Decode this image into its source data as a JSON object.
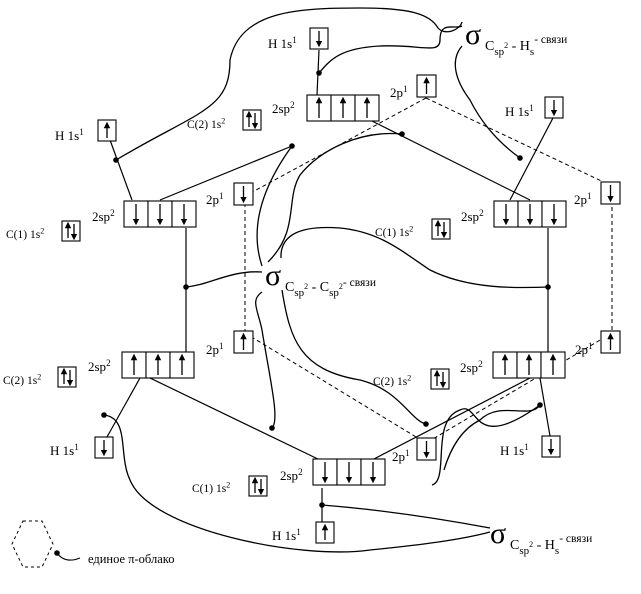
{
  "labels": {
    "sigma": "σ",
    "c_sp2": "C",
    "sp2_sub": "sp",
    "sq": "2",
    "minus": " - ",
    "h_sub_s": "s",
    "h": "H",
    "svyazi": "- связи",
    "orb_2sp2_base": "2sp",
    "orb_2sp2_sup": "2",
    "orb_2p1_base": "2p",
    "orb_2p1_sup": "1",
    "h1s1_base": "H 1s",
    "h1s1_sup": "1",
    "c1_1s2_base": "C(1) 1s",
    "c2_1s2_base": "C(2) 1s",
    "c_1s2_sup": "2",
    "legend_text": "единое π-облако"
  },
  "carbons": [
    {
      "id": "c-top",
      "type": "C(2)",
      "sp2_spins": [
        "up",
        "up",
        "up"
      ],
      "p_spin": "up",
      "core_label_position": "left"
    },
    {
      "id": "c-upper-right",
      "type": "C(1)",
      "sp2_spins": [
        "down",
        "down",
        "down"
      ],
      "p_spin": "down",
      "core_label_position": "above"
    },
    {
      "id": "c-lower-right",
      "type": "C(2)",
      "sp2_spins": [
        "up",
        "up",
        "up"
      ],
      "p_spin": "up",
      "core_label_position": "left"
    },
    {
      "id": "c-bottom",
      "type": "C(1)",
      "sp2_spins": [
        "down",
        "down",
        "down"
      ],
      "p_spin": "down",
      "core_label_position": "left"
    },
    {
      "id": "c-lower-left",
      "type": "C(2)",
      "sp2_spins": [
        "up",
        "up",
        "up"
      ],
      "p_spin": "up",
      "core_label_position": "left"
    },
    {
      "id": "c-upper-left",
      "type": "C(1)",
      "sp2_spins": [
        "down",
        "down",
        "down"
      ],
      "p_spin": "down",
      "core_label_position": "left"
    }
  ],
  "hydrogens": [
    {
      "id": "h-top",
      "spin": "down"
    },
    {
      "id": "h-upper-right",
      "spin": "down"
    },
    {
      "id": "h-lower-right",
      "spin": "down"
    },
    {
      "id": "h-bottom",
      "spin": "up"
    },
    {
      "id": "h-lower-left",
      "spin": "down"
    },
    {
      "id": "h-upper-left",
      "spin": "up"
    }
  ]
}
